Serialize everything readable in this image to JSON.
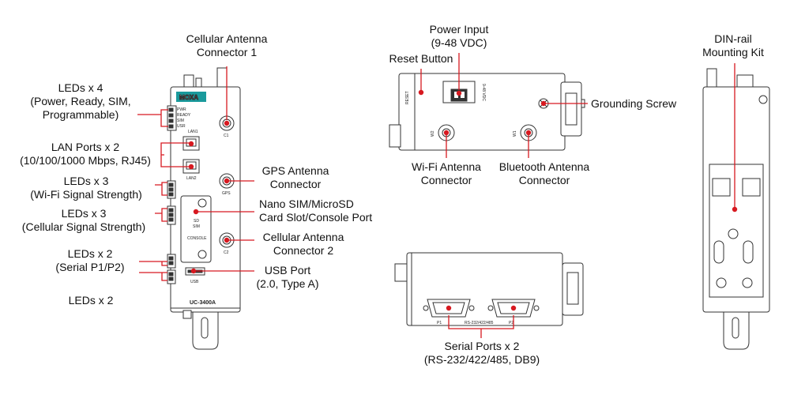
{
  "brand": "MOXA",
  "model_label": "UC-3400A",
  "device_print": {
    "led_names": [
      "PWR",
      "READY",
      "SIM",
      "USR"
    ],
    "lan1": "LAN1",
    "lan2": "LAN2",
    "c1": "C1",
    "gps": "GPS",
    "c2": "C2",
    "sd": "SD",
    "sim": "SIM",
    "console": "CONSOLE",
    "usb": "USB",
    "reset": "RESET",
    "w1": "W1",
    "w2": "W2",
    "dc_range": "9-48 VDC",
    "serial_range": "RS-232/422/485",
    "p1": "P1",
    "p2": "P2"
  },
  "callouts": {
    "cell1": [
      "Cellular Antenna",
      "Connector 1"
    ],
    "leds4": [
      "LEDs x 4",
      "(Power, Ready, SIM,",
      "Programmable)"
    ],
    "lan": [
      "LAN Ports x 2",
      "(10/100/1000 Mbps, RJ45)"
    ],
    "leds3wifi": [
      "LEDs x 3",
      "(Wi-Fi Signal Strength)"
    ],
    "leds3cell": [
      "LEDs x 3",
      "(Cellular Signal Strength)"
    ],
    "leds2serial": [
      "LEDs x 2",
      "(Serial P1/P2)"
    ],
    "leds2": [
      "LEDs x 2"
    ],
    "gps": [
      "GPS Antenna",
      "Connector"
    ],
    "sim": [
      "Nano SIM/MicroSD",
      "Card Slot/Console Port"
    ],
    "cell2": [
      "Cellular Antenna",
      "Connector 2"
    ],
    "usb": [
      "USB Port",
      "(2.0, Type A)"
    ],
    "power": [
      "Power Input",
      "(9-48 VDC)"
    ],
    "reset": [
      "Reset Button"
    ],
    "ground": [
      "Grounding Screw"
    ],
    "wifi": [
      "Wi-Fi Antenna",
      "Connector"
    ],
    "bt": [
      "Bluetooth Antenna",
      "Connector"
    ],
    "serial": [
      "Serial Ports x 2",
      "(RS-232/422/485, DB9)"
    ],
    "din": [
      "DIN-rail",
      "Mounting Kit"
    ]
  },
  "colors": {
    "callout": "#d71920",
    "brand_bg": "#1a9a9c",
    "outline": "#333333"
  }
}
